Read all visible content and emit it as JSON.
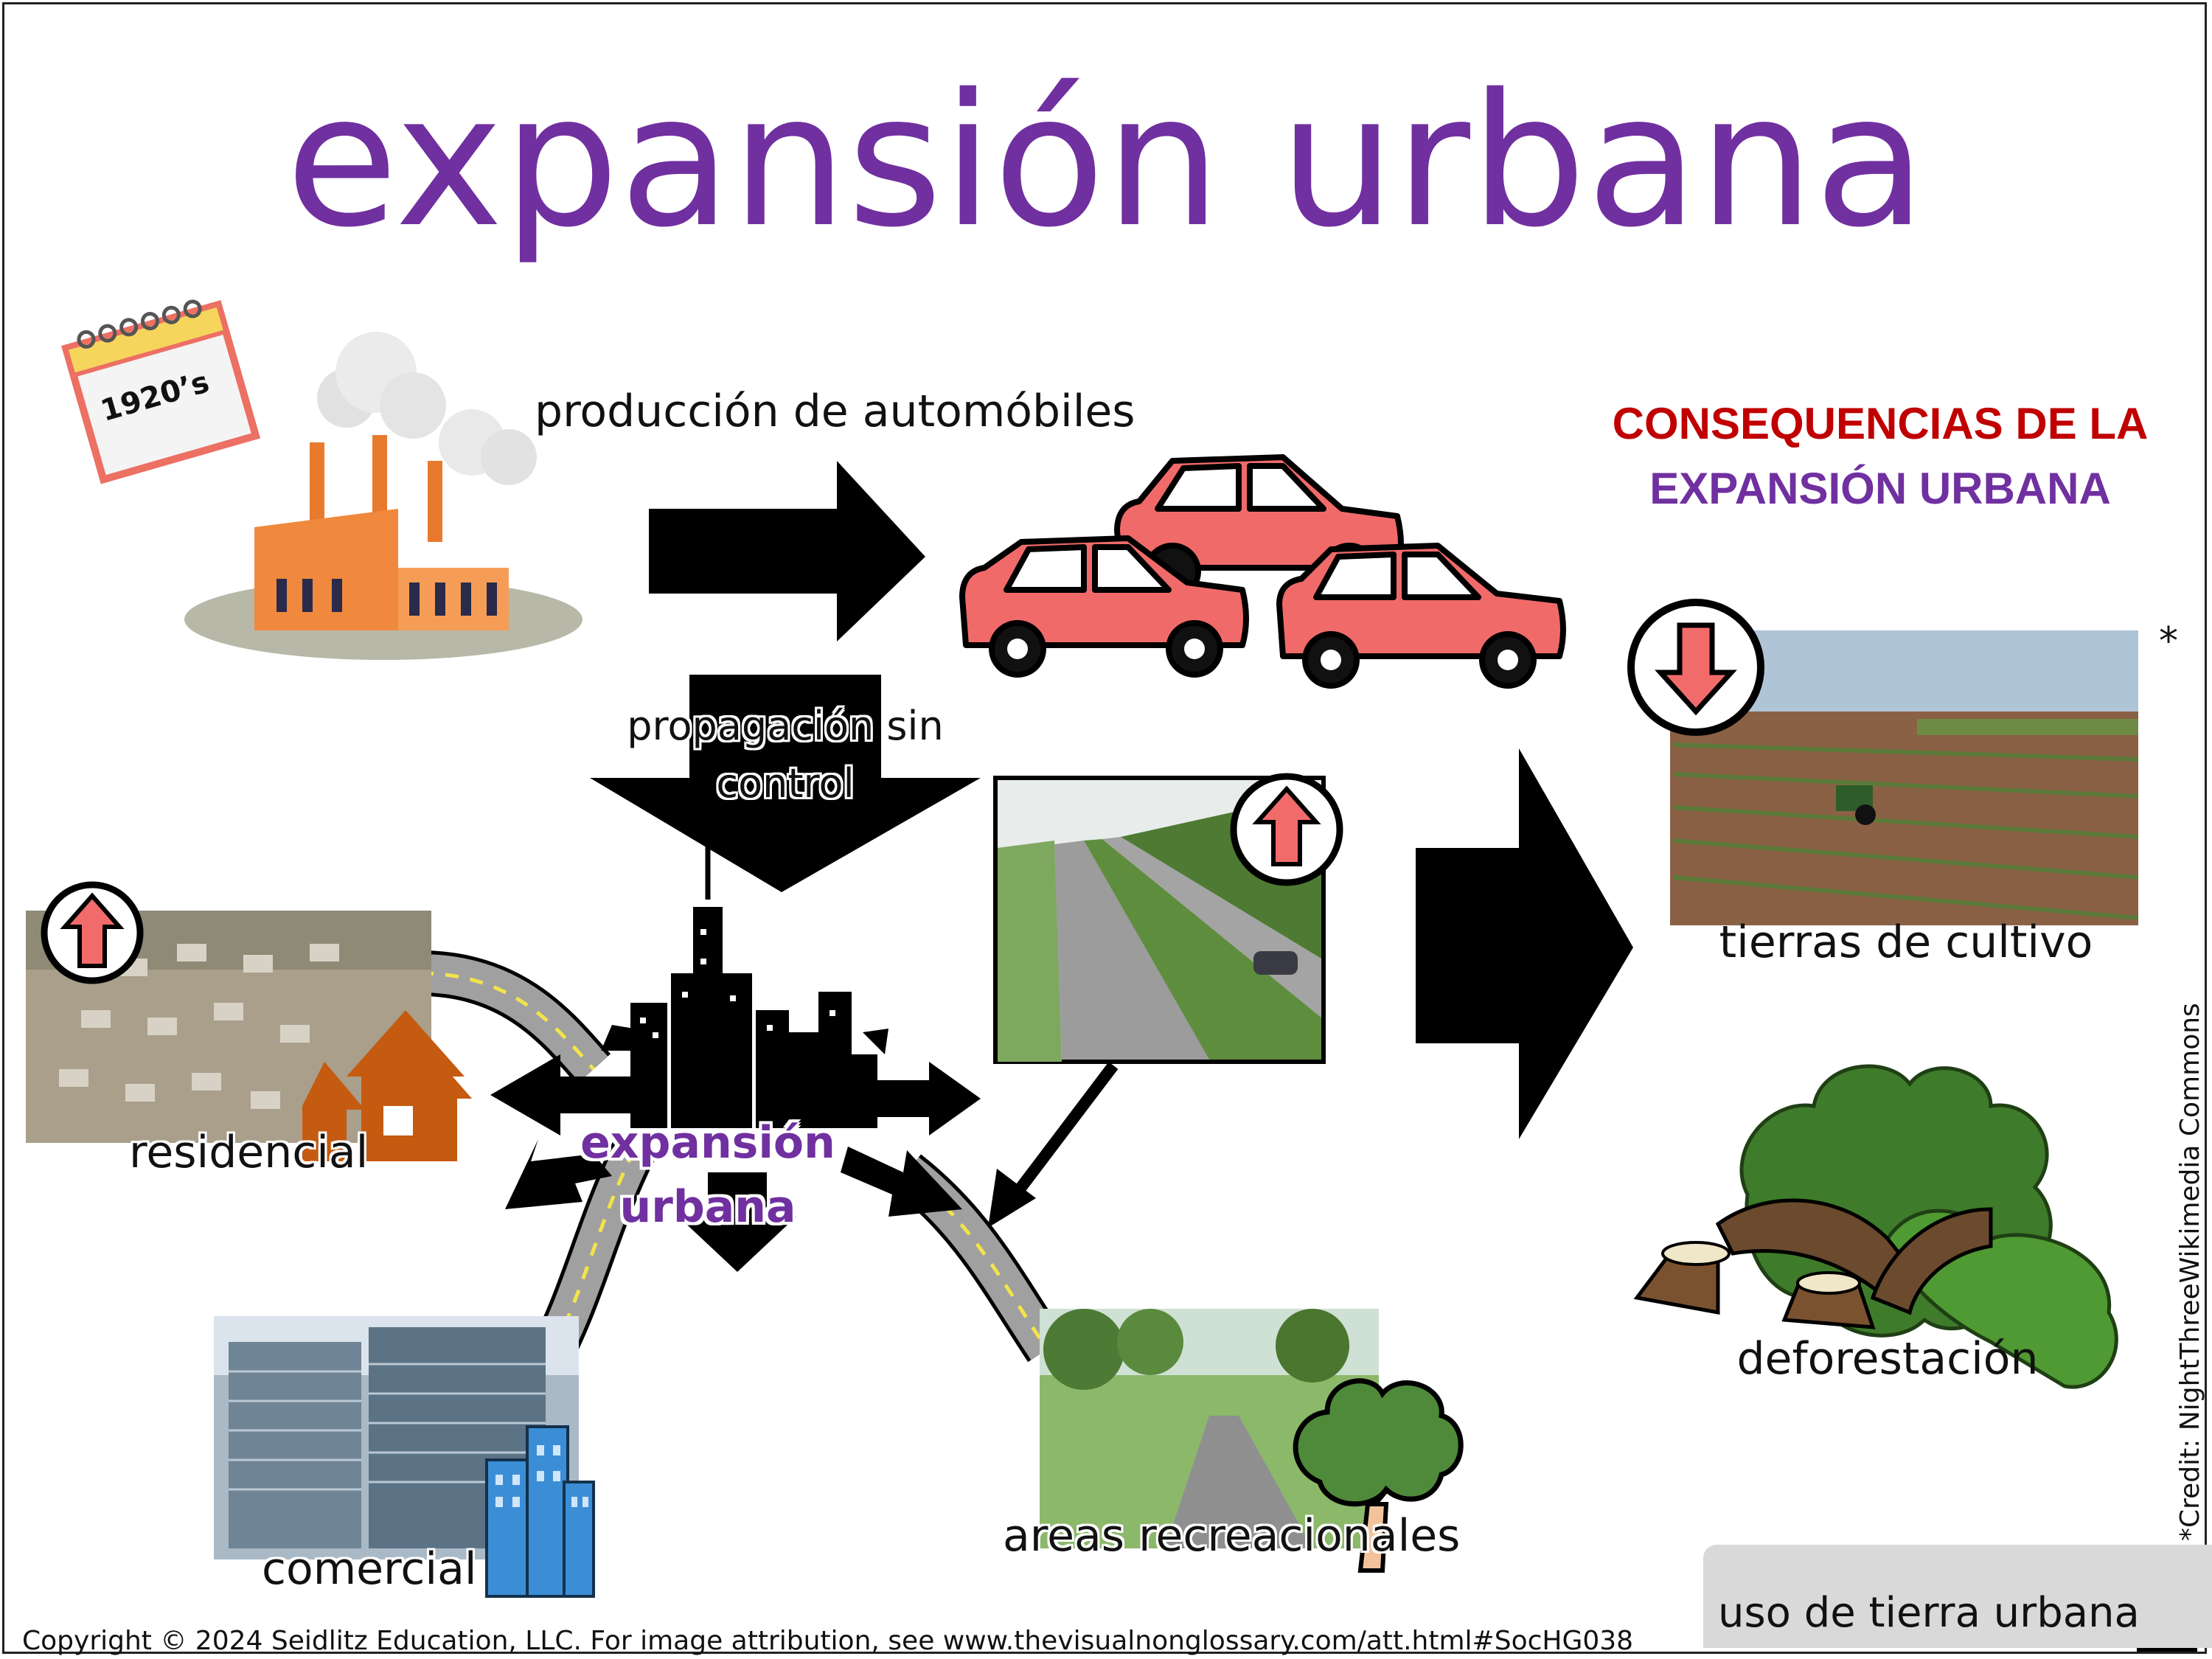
{
  "title": "expansión urbana",
  "calendar_label": "1920’s",
  "labels": {
    "car_production": "producción de automóbiles",
    "sprawl_line1": "propagación sin",
    "sprawl_line2": "control",
    "center_line1": "expansión",
    "center_line2": "urbana",
    "residential": "residencial",
    "commercial": "comercial",
    "recreational": "areas recreacionales"
  },
  "consequences": {
    "heading_line1": "CONSEQUENCIAS DE LA",
    "heading_line2": "EXPANSIÓN URBANA",
    "farmland": "tierras de cultivo",
    "deforestation": "deforestación",
    "asterisk": "*"
  },
  "credit": "*Credit: NightThreeWikimedia Commons",
  "copyright": "Copyright © 2024 Seidlitz Education, LLC.  For image attribution, see www.thevisualnonglossary.com/att.html#SocHG038",
  "badge_label": "uso de tierra urbana",
  "colors": {
    "title": "#7030a0",
    "consequences_red": "#c00000",
    "car_body": "#f16a6a",
    "factory": "#e87a2e",
    "house": "#c55a11",
    "building": "#3b8ed6",
    "tree": "#4f8a3a",
    "up_arrow": "#f26b6b"
  },
  "icons": [
    "calendar-icon",
    "factory-icon",
    "car-icon",
    "city-skyline-icon",
    "house-icon",
    "office-building-icon",
    "tree-icon",
    "increase-arrow-icon",
    "decrease-arrow-icon",
    "building-grid-icon"
  ]
}
